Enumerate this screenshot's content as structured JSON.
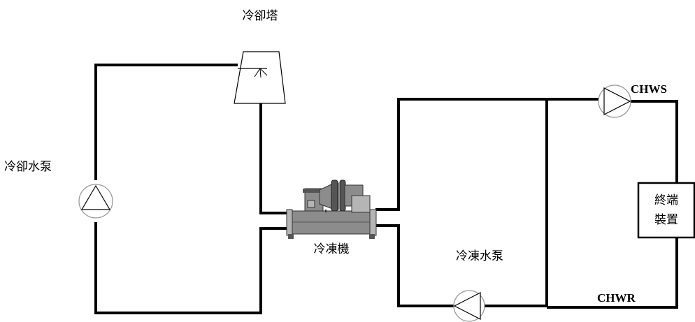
{
  "labels": {
    "cooling_tower": "冷卻塔",
    "cooling_water_pump": "冷卻水泵",
    "chiller": "冷凍機",
    "chilled_water_pump": "冷凍水泵",
    "terminal_line1": "終端",
    "terminal_line2": "裝置",
    "chws": "CHWS",
    "chwr": "CHWR"
  },
  "colors": {
    "pipe": "#000000",
    "chiller_body": "#8c8c8c",
    "chiller_dark": "#555555",
    "chiller_light": "#b5b5b5",
    "pump_stroke": "#9a9a9a"
  }
}
